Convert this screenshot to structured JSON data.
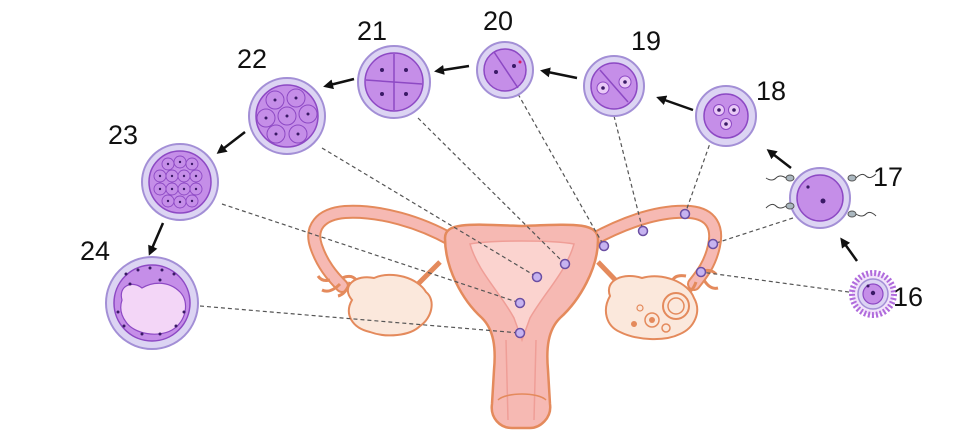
{
  "stages": [
    {
      "id": "16",
      "label": "16"
    },
    {
      "id": "17",
      "label": "17"
    },
    {
      "id": "18",
      "label": "18"
    },
    {
      "id": "19",
      "label": "19"
    },
    {
      "id": "20",
      "label": "20"
    },
    {
      "id": "21",
      "label": "21"
    },
    {
      "id": "22",
      "label": "22"
    },
    {
      "id": "23",
      "label": "23"
    },
    {
      "id": "24",
      "label": "24"
    }
  ],
  "colors": {
    "uterus_fill": "#f6b9b3",
    "uterus_stroke": "#e48a5c",
    "ovary_fill": "#fbe8dc",
    "zona": "#dcd4f3",
    "zona_stroke": "#a38fd6",
    "cell": "#c58ee8",
    "cell_stroke": "#8d49c4",
    "nucleus": "#3a1a66",
    "marker": "#c6b3f0"
  }
}
